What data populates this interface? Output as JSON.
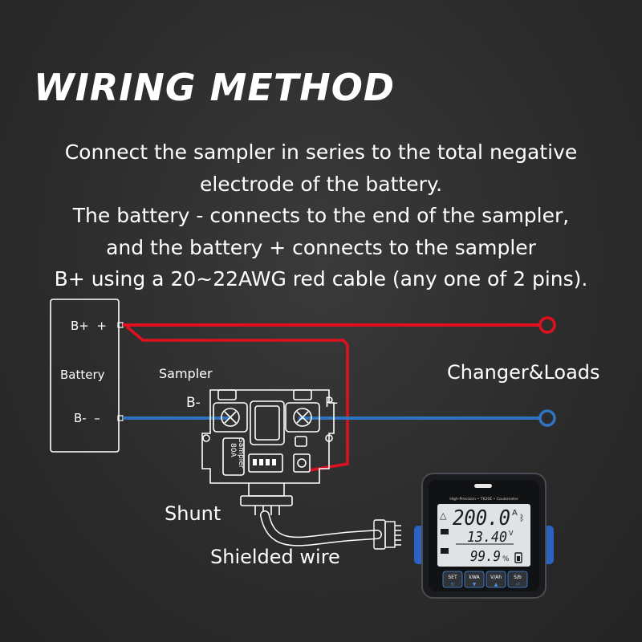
{
  "title": "WIRING METHOD",
  "description": [
    "Connect the sampler in series to the total negative",
    "electrode of the battery.",
    "The battery - connects to the end of the sampler,",
    "and the battery + connects to the sampler",
    "B+ using a 20~22AWG red cable (any one of 2 pins)."
  ],
  "diagram": {
    "battery": {
      "label": "Battery",
      "pos_terminal": "B+  +",
      "neg_terminal": "B-  –"
    },
    "sampler": {
      "label": "Sampler",
      "b_minus": "B-",
      "p_minus": "P-",
      "model_line1": "80A",
      "model_line2": "Sampler"
    },
    "loads_label": "Changer&Loads",
    "shunt_label": "Shunt",
    "shielded_wire_label": "Shielded wire",
    "colors": {
      "positive_wire": "#e0101e",
      "negative_wire": "#2f74c0",
      "outline": "#ffffff"
    }
  },
  "meter": {
    "brand_line": "High-Precision  •  TK20E  •  Coulometer",
    "current": "200.0",
    "current_unit": "A",
    "voltage": "13.40",
    "voltage_unit": "V",
    "percent": "99.9",
    "percent_unit": "%",
    "buttons": [
      "SET",
      "kWA",
      "V/Ah",
      "S/b"
    ]
  }
}
